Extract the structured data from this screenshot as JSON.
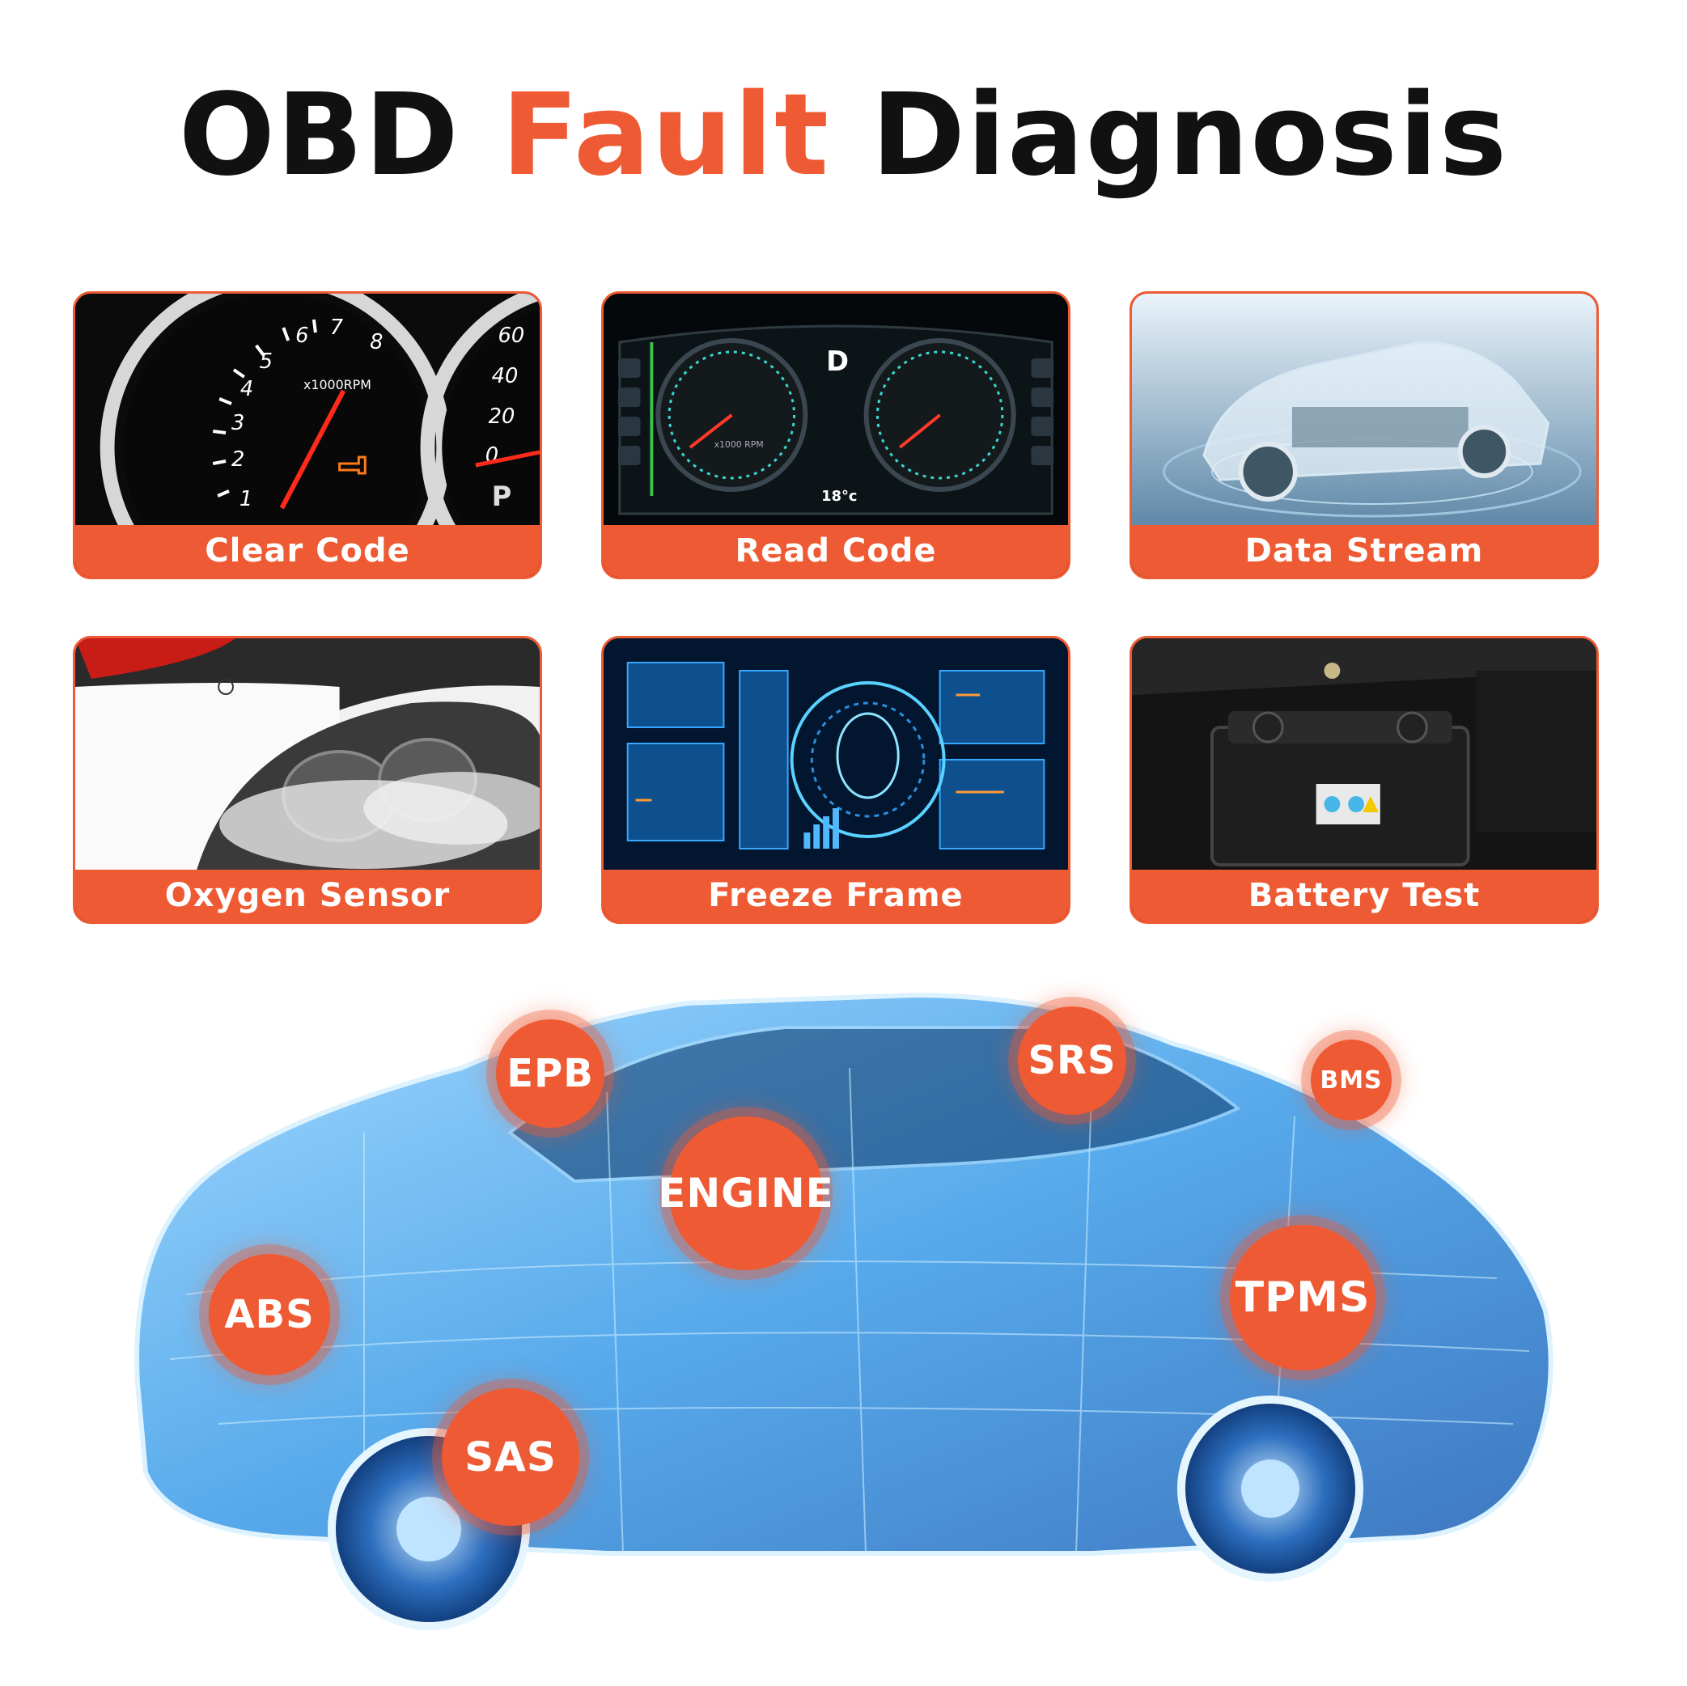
{
  "title": {
    "part1": "OBD",
    "part2": "Fault",
    "part3": "Diagnosis"
  },
  "colors": {
    "accent": "#ee5a33",
    "title": "#111111",
    "car_blue": "#3aa7ff"
  },
  "cards": [
    {
      "label": "Clear Code",
      "image": "dashboard-tachometer"
    },
    {
      "label": "Read Code",
      "image": "digital-instrument-cluster"
    },
    {
      "label": "Data Stream",
      "image": "transparent-ev-car"
    },
    {
      "label": "Oxygen Sensor",
      "image": "exhaust-pipe-smoke"
    },
    {
      "label": "Freeze Frame",
      "image": "blue-data-hud"
    },
    {
      "label": "Battery Test",
      "image": "car-battery-engine-bay"
    }
  ],
  "gauge": {
    "rpm_ticks": [
      "1",
      "2",
      "3",
      "4",
      "5",
      "6",
      "7",
      "8"
    ],
    "rpm_unit": "x1000RPM",
    "speed_ticks": [
      "0",
      "20",
      "40",
      "60"
    ],
    "gear": "P"
  },
  "cluster": {
    "gear": "D",
    "temp": "18°c",
    "rpm_unit": "x1000 RPM"
  },
  "systems": [
    "EPB",
    "SRS",
    "BMS",
    "ENGINE",
    "ABS",
    "TPMS",
    "SAS"
  ]
}
